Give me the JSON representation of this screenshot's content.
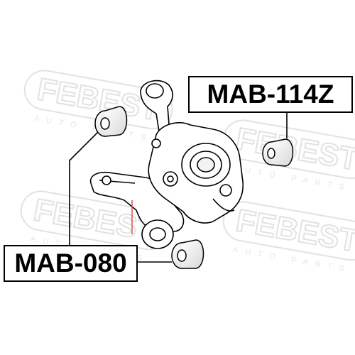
{
  "watermark": {
    "brand": "FEBEST",
    "sub": "AUTO PARTS"
  },
  "labels": {
    "top_part": "MAB-114Z",
    "bottom_part": "MAB-080"
  },
  "colors": {
    "line": "#000000",
    "watermark": "#e4e4e4",
    "accent": "#d9534f"
  }
}
